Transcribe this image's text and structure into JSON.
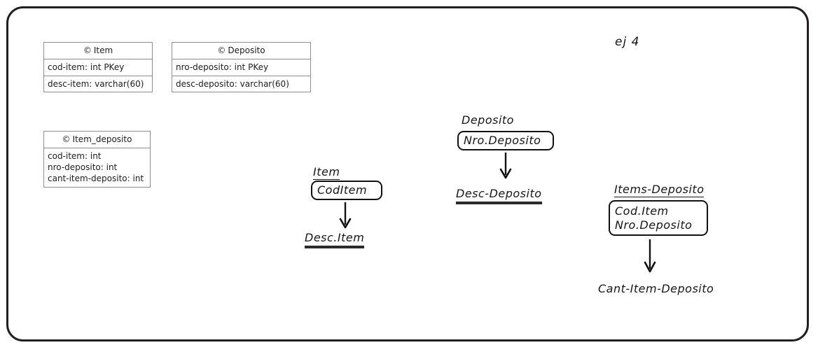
{
  "canvas": {
    "background_color": "#ffffff",
    "frame_color": "#231f20"
  },
  "annotation": {
    "exercise_label": "ej 4"
  },
  "uml_classes": [
    {
      "name": "Item",
      "stereotype_icon": "class-circle-icon",
      "stereotype_glyph": "©",
      "attributes": [
        "cod-item: int PKey",
        "desc-item: varchar(60)"
      ]
    },
    {
      "name": "Deposito",
      "stereotype_icon": "class-circle-icon",
      "stereotype_glyph": "©",
      "attributes": [
        "nro-deposito: int PKey",
        "desc-deposito: varchar(60)"
      ]
    },
    {
      "name": "Item_deposito",
      "stereotype_icon": "class-circle-icon",
      "stereotype_glyph": "©",
      "attributes": [
        "cod-item: int",
        "nro-deposito: int",
        "cant-item-deposito: int"
      ]
    }
  ],
  "functional_dependencies": [
    {
      "title": "Item",
      "determinant_keys": [
        "CodItem"
      ],
      "dependent": "Desc.Item",
      "dependent_underlined": true
    },
    {
      "title": "Deposito",
      "determinant_keys": [
        "Nro.Deposito"
      ],
      "dependent": "Desc-Deposito",
      "dependent_underlined": true
    },
    {
      "title": "Items-Deposito",
      "determinant_keys": [
        "Cod.Item",
        "Nro.Deposito"
      ],
      "dependent": "Cant-Item-Deposito",
      "dependent_underlined": false
    }
  ]
}
